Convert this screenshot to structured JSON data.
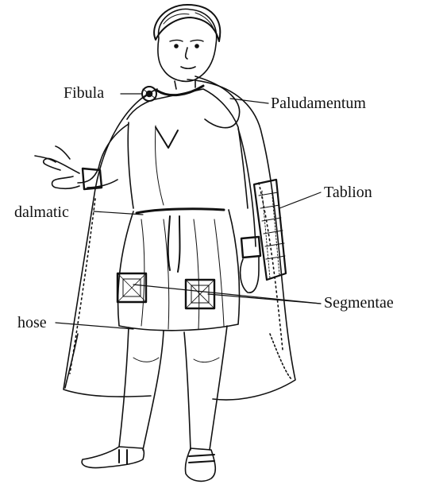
{
  "diagram": {
    "labels": {
      "fibula": "Fibula",
      "paludamentum": "Paludamentum",
      "tablion": "Tablion",
      "dalmatic": "dalmatic",
      "segmentae": "Segmentae",
      "hose": "hose"
    },
    "colors": {
      "ink": "#111111",
      "background": "#ffffff"
    }
  }
}
